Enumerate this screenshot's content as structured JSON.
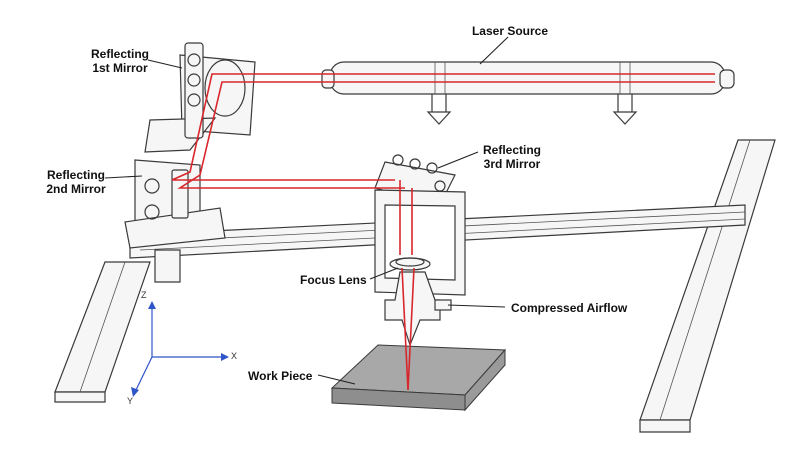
{
  "labels": {
    "laser_source": "Laser Source",
    "mirror1_line1": "Reflecting",
    "mirror1_line2": "1st Mirror",
    "mirror2_line1": "Reflecting",
    "mirror2_line2": "2nd Mirror",
    "mirror3_line1": "Reflecting",
    "mirror3_line2": "3rd Mirror",
    "focus_lens": "Focus Lens",
    "compressed_airflow": "Compressed Airflow",
    "work_piece": "Work Piece"
  },
  "axes": {
    "z": "Z",
    "x": "X",
    "y": "Y"
  },
  "colors": {
    "laser_beam": "#d8262b",
    "axis": "#2f55c8",
    "line_art": "#3a3a3a"
  }
}
